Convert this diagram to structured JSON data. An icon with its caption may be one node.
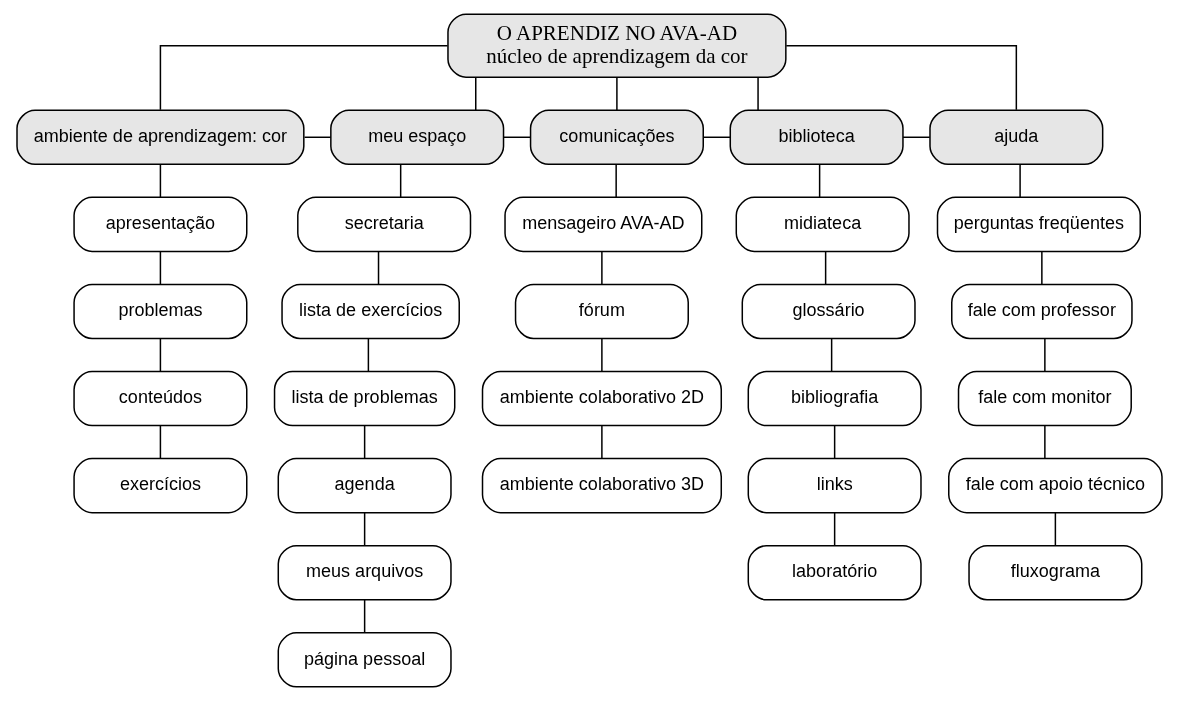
{
  "diagram": {
    "nodes": [
      {
        "text": [
          "O APRENDIZ NO AVA-AD",
          "núcleo de aprendizagem da cor"
        ]
      },
      {
        "text": [
          "ambiente de aprendizagem: cor"
        ]
      },
      {
        "text": [
          "meu espaço"
        ]
      },
      {
        "text": [
          "comunicações"
        ]
      },
      {
        "text": [
          "biblioteca"
        ]
      },
      {
        "text": [
          "ajuda"
        ]
      },
      {
        "text": [
          "apresentação"
        ]
      },
      {
        "text": [
          "problemas"
        ]
      },
      {
        "text": [
          "conteúdos"
        ]
      },
      {
        "text": [
          "exercícios"
        ]
      },
      {
        "text": [
          "secretaria"
        ]
      },
      {
        "text": [
          "lista de exercícios"
        ]
      },
      {
        "text": [
          "lista de problemas"
        ]
      },
      {
        "text": [
          "agenda"
        ]
      },
      {
        "text": [
          "meus arquivos"
        ]
      },
      {
        "text": [
          "página pessoal"
        ]
      },
      {
        "text": [
          "mensageiro AVA-AD"
        ]
      },
      {
        "text": [
          "fórum"
        ]
      },
      {
        "text": [
          "ambiente colaborativo 2D"
        ]
      },
      {
        "text": [
          "ambiente colaborativo 3D"
        ]
      },
      {
        "text": [
          "midiateca"
        ]
      },
      {
        "text": [
          "glossário"
        ]
      },
      {
        "text": [
          "bibliografia"
        ]
      },
      {
        "text": [
          "links"
        ]
      },
      {
        "text": [
          "laboratório"
        ]
      },
      {
        "text": [
          "perguntas freqüentes"
        ]
      },
      {
        "text": [
          "fale com professor"
        ]
      },
      {
        "text": [
          "fale com monitor"
        ]
      },
      {
        "text": [
          "fale com apoio técnico"
        ]
      },
      {
        "text": [
          "fluxograma"
        ]
      }
    ],
    "edges": [
      {
        "from": 0,
        "to": 1,
        "arrow": "none"
      },
      {
        "from": 0,
        "to": 2,
        "arrow": "none"
      },
      {
        "from": 0,
        "to": 3,
        "arrow": "none"
      },
      {
        "from": 0,
        "to": 4,
        "arrow": "none"
      },
      {
        "from": 0,
        "to": 5,
        "arrow": "none"
      },
      {
        "from": 1,
        "to": 2,
        "arrow": "none"
      },
      {
        "from": 2,
        "to": 3,
        "arrow": "none"
      },
      {
        "from": 3,
        "to": 4,
        "arrow": "none"
      },
      {
        "from": 4,
        "to": 5,
        "arrow": "none"
      },
      {
        "from": 1,
        "to": 6,
        "arrow": "none"
      },
      {
        "from": 6,
        "to": 7,
        "arrow": "none"
      },
      {
        "from": 7,
        "to": 8,
        "arrow": "none"
      },
      {
        "from": 8,
        "to": 9,
        "arrow": "none"
      },
      {
        "from": 2,
        "to": 10,
        "arrow": "none"
      },
      {
        "from": 10,
        "to": 11,
        "arrow": "none"
      },
      {
        "from": 11,
        "to": 12,
        "arrow": "none"
      },
      {
        "from": 12,
        "to": 13,
        "arrow": "none"
      },
      {
        "from": 13,
        "to": 14,
        "arrow": "none"
      },
      {
        "from": 14,
        "to": 15,
        "arrow": "none"
      },
      {
        "from": 3,
        "to": 16,
        "arrow": "none"
      },
      {
        "from": 16,
        "to": 17,
        "arrow": "none"
      },
      {
        "from": 17,
        "to": 18,
        "arrow": "none"
      },
      {
        "from": 18,
        "to": 19,
        "arrow": "none"
      },
      {
        "from": 4,
        "to": 20,
        "arrow": "none"
      },
      {
        "from": 20,
        "to": 21,
        "arrow": "none"
      },
      {
        "from": 21,
        "to": 22,
        "arrow": "none"
      },
      {
        "from": 22,
        "to": 23,
        "arrow": "none"
      },
      {
        "from": 23,
        "to": 24,
        "arrow": "none"
      },
      {
        "from": 5,
        "to": 25,
        "arrow": "none"
      },
      {
        "from": 25,
        "to": 26,
        "arrow": "none"
      },
      {
        "from": 26,
        "to": 27,
        "arrow": "none"
      },
      {
        "from": 27,
        "to": 28,
        "arrow": "none"
      },
      {
        "from": 28,
        "to": 29,
        "arrow": "none"
      }
    ]
  }
}
